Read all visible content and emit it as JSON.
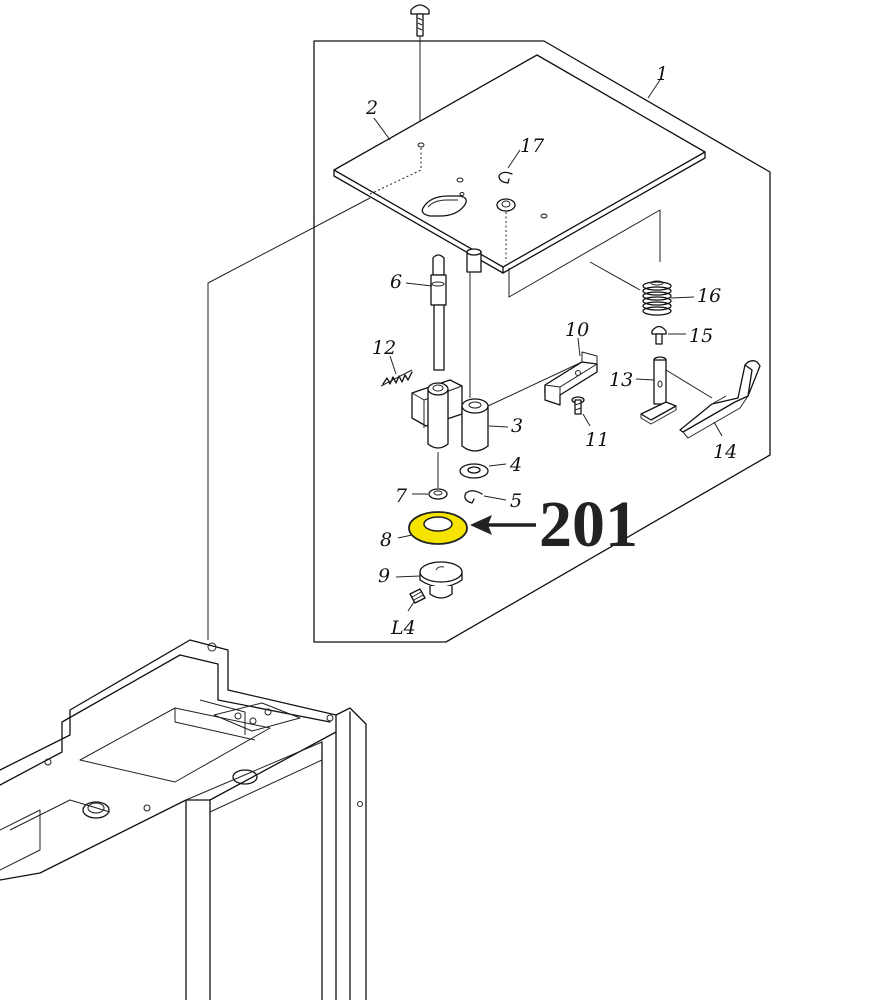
{
  "diagram": {
    "callouts": {
      "c1": "1",
      "c2": "2",
      "c3": "3",
      "c4": "4",
      "c5": "5",
      "c6": "6",
      "c7": "7",
      "c8": "8",
      "c9": "9",
      "c10": "10",
      "c11": "11",
      "c12": "12",
      "c13": "13",
      "c14": "14",
      "c15": "15",
      "c16": "16",
      "c17": "17",
      "cL4": "L4"
    },
    "highlight": {
      "label": "201",
      "part": "8",
      "color": "#f5e400"
    }
  }
}
